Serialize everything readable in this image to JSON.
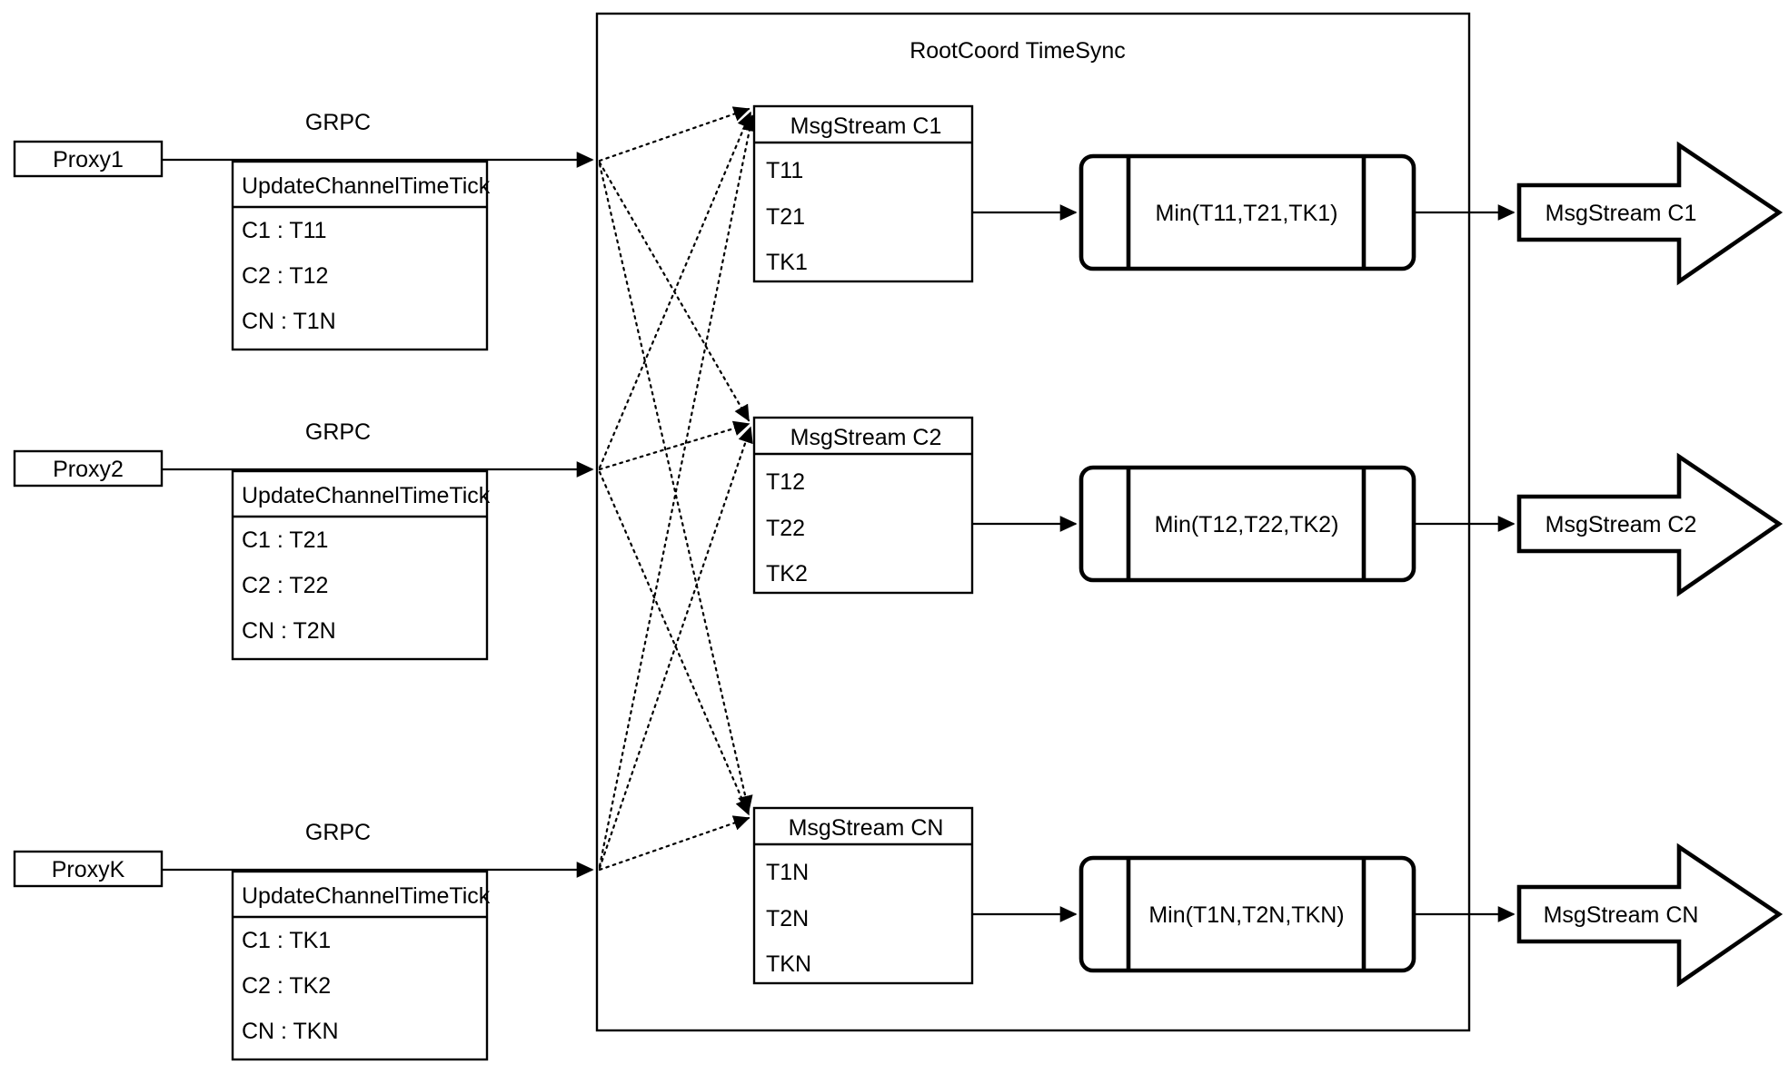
{
  "diagram": {
    "title": "RootCoord TimeSync",
    "container_label": "RootCoord TimeSync",
    "colors": {
      "background": "#ffffff",
      "stroke": "#000000",
      "fill": "#ffffff"
    },
    "proxies": [
      {
        "name": "Proxy1",
        "link_label": "GRPC",
        "request": {
          "header": "UpdateChannelTimeTick",
          "rows": [
            "C1 :  T11",
            "C2 :  T12",
            "CN : T1N"
          ]
        }
      },
      {
        "name": "Proxy2",
        "link_label": "GRPC",
        "request": {
          "header": "UpdateChannelTimeTick",
          "rows": [
            "C1 :  T21",
            "C2 :  T22",
            "CN : T2N"
          ]
        }
      },
      {
        "name": "ProxyK",
        "link_label": "GRPC",
        "request": {
          "header": "UpdateChannelTimeTick",
          "rows": [
            "C1 :  TK1",
            "C2 :  TK2",
            "CN : TKN"
          ]
        }
      }
    ],
    "channels": [
      {
        "stream_header": "MsgStream C1",
        "stream_rows": [
          "T11",
          "T21",
          "TK1"
        ],
        "process_label": "Min(T11,T21,TK1)",
        "output_label": "MsgStream C1"
      },
      {
        "stream_header": "MsgStream C2",
        "stream_rows": [
          "T12",
          "T22",
          "TK2"
        ],
        "process_label": "Min(T12,T22,TK2)",
        "output_label": "MsgStream C2"
      },
      {
        "stream_header": "MsgStream CN",
        "stream_rows": [
          "T1N",
          "T2N",
          "TKN"
        ],
        "process_label": "Min(T1N,T2N,TKN)",
        "output_label": "MsgStream CN"
      }
    ]
  }
}
